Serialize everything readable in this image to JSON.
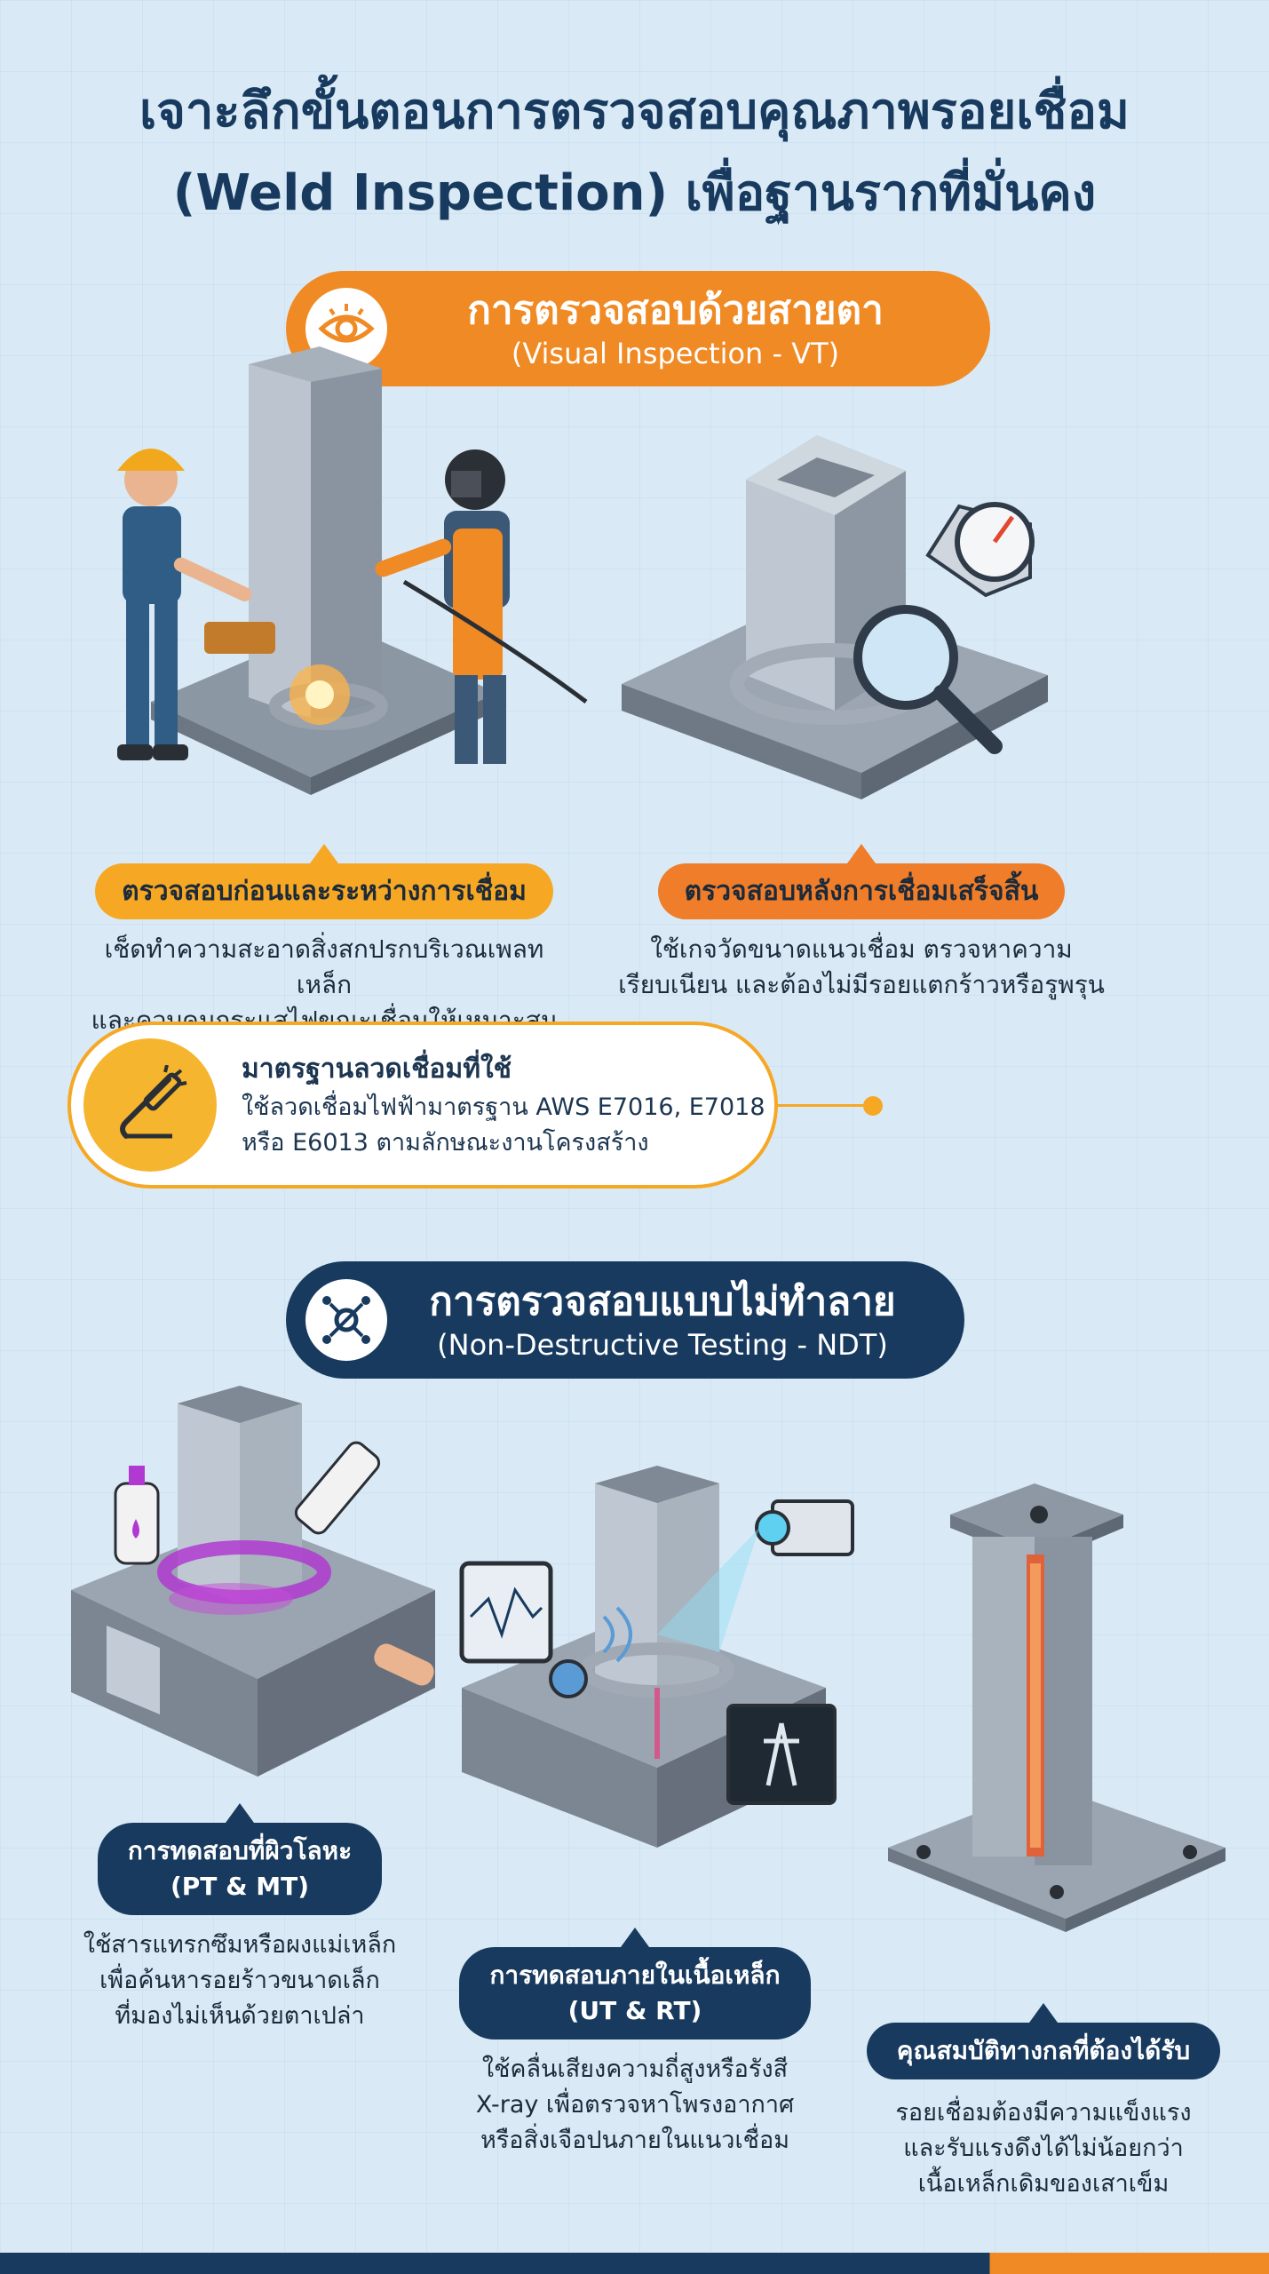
{
  "title": {
    "line1": "เจาะลึกขั้นตอนการตรวจสอบคุณภาพรอยเชื่อม",
    "line2": "(Weld Inspection) เพื่อฐานรากที่มั่นคง"
  },
  "visual_inspection": {
    "heading": "การตรวจสอบด้วยสายตา",
    "subheading": "(Visual Inspection - VT)",
    "icon": "eye-icon",
    "before": {
      "label": "ตรวจสอบก่อนและระหว่างการเชื่อม",
      "desc_line1": "เช็ดทำความสะอาดสิ่งสกปรกบริเวณเพลทเหล็ก",
      "desc_line2": "และควบคุมกระแสไฟขณะเชื่อมให้เหมาะสม"
    },
    "after": {
      "label": "ตรวจสอบหลังการเชื่อมเสร็จสิ้น",
      "desc_line1": "ใช้เกจวัดขนาดแนวเชื่อม ตรวจหาความ",
      "desc_line2": "เรียบเนียน และต้องไม่มีรอยแตกร้าวหรือรูพรุน"
    }
  },
  "electrode_standard": {
    "title": "มาตรฐานลวดเชื่อมที่ใช้",
    "line1": "ใช้ลวดเชื่อมไฟฟ้ามาตรฐาน AWS E7016, E7018",
    "line2": "หรือ E6013 ตามลักษณะงานโครงสร้าง",
    "icon": "welding-rod-icon"
  },
  "ndt": {
    "heading": "การตรวจสอบแบบไม่ทำลาย",
    "subheading": "(Non-Destructive Testing - NDT)",
    "icon": "network-icon",
    "surface": {
      "label_line1": "การทดสอบที่ผิวโลหะ",
      "label_line2": "(PT & MT)",
      "desc_line1": "ใช้สารแทรกซึมหรือผงแม่เหล็ก",
      "desc_line2": "เพื่อค้นหารอยร้าวขนาดเล็ก",
      "desc_line3": "ที่มองไม่เห็นด้วยตาเปล่า"
    },
    "internal": {
      "label_line1": "การทดสอบภายในเนื้อเหล็ก",
      "label_line2": "(UT & RT)",
      "desc_line1": "ใช้คลื่นเสียงความถี่สูงหรือรังสี",
      "desc_line2": "X-ray เพื่อตรวจหาโพรงอากาศ",
      "desc_line3": "หรือสิ่งเจือปนภายในแนวเชื่อม"
    },
    "mechanical": {
      "label": "คุณสมบัติทางกลที่ต้องได้รับ",
      "desc_line1": "รอยเชื่อมต้องมีความแข็งแรง",
      "desc_line2": "และรับแรงดึงได้ไม่น้อยกว่า",
      "desc_line3": "เนื้อเหล็กเดิมของเสาเข็ม"
    }
  },
  "colors": {
    "navy": "#173a5e",
    "orange": "#f08a24",
    "yellow": "#f6a824",
    "background": "#d9eaf6"
  }
}
